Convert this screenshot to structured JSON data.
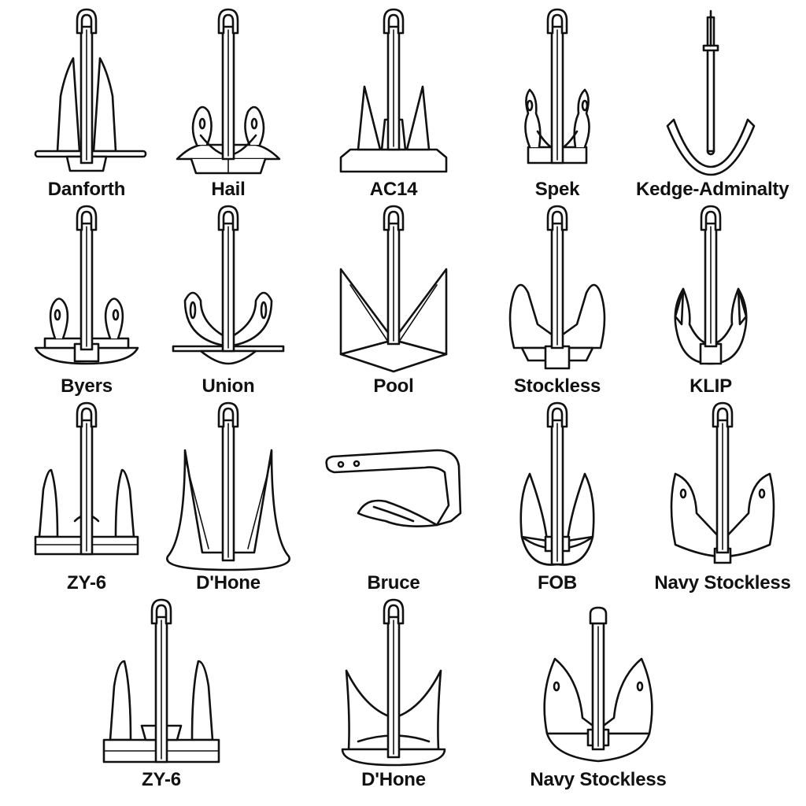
{
  "anchors": [
    {
      "label": "Danforth",
      "shape": "danforth"
    },
    {
      "label": "Hail",
      "shape": "hail"
    },
    {
      "label": "AC14",
      "shape": "ac14"
    },
    {
      "label": "Spek",
      "shape": "spek"
    },
    {
      "label": "Kedge-Adminalty",
      "shape": "kedge"
    },
    {
      "label": "Byers",
      "shape": "byers"
    },
    {
      "label": "Union",
      "shape": "union"
    },
    {
      "label": "Pool",
      "shape": "pool"
    },
    {
      "label": "Stockless",
      "shape": "stockless"
    },
    {
      "label": "KLIP",
      "shape": "klip"
    },
    {
      "label": "ZY-6",
      "shape": "zy6"
    },
    {
      "label": "D'Hone",
      "shape": "dhone"
    },
    {
      "label": "Bruce",
      "shape": "bruce"
    },
    {
      "label": "FOB",
      "shape": "fob"
    },
    {
      "label": "Navy Stockless",
      "shape": "navy"
    },
    {
      "label": "ZY-6",
      "shape": "zy6b"
    },
    {
      "label": "D'Hone",
      "shape": "dhoneb"
    },
    {
      "label": "Navy Stockless",
      "shape": "navyb"
    }
  ]
}
